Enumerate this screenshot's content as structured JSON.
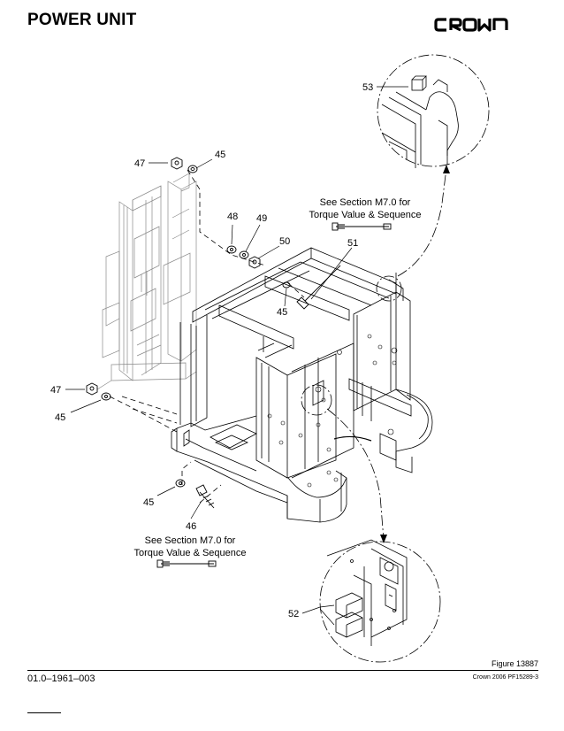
{
  "header": {
    "title": "POWER UNIT",
    "brand_logo_text": "CROWN"
  },
  "callouts": {
    "c53": "53",
    "c47_top": "47",
    "c45_top": "45",
    "c48": "48",
    "c49": "49",
    "c50": "50",
    "c51": "51",
    "c45_mid": "45",
    "c47_left": "47",
    "c45_left": "45",
    "c45_bottom": "45",
    "c46": "46",
    "c52": "52"
  },
  "notes": {
    "top_line1": "See Section M7.0 for",
    "top_line2": "Torque Value & Sequence",
    "bottom_line1": "See Section M7.0 for",
    "bottom_line2": "Torque Value & Sequence"
  },
  "footer": {
    "figure": "Figure 13887",
    "doc_number": "01.0–1961–003",
    "copyright": "Crown 2006 PF15289-3"
  }
}
